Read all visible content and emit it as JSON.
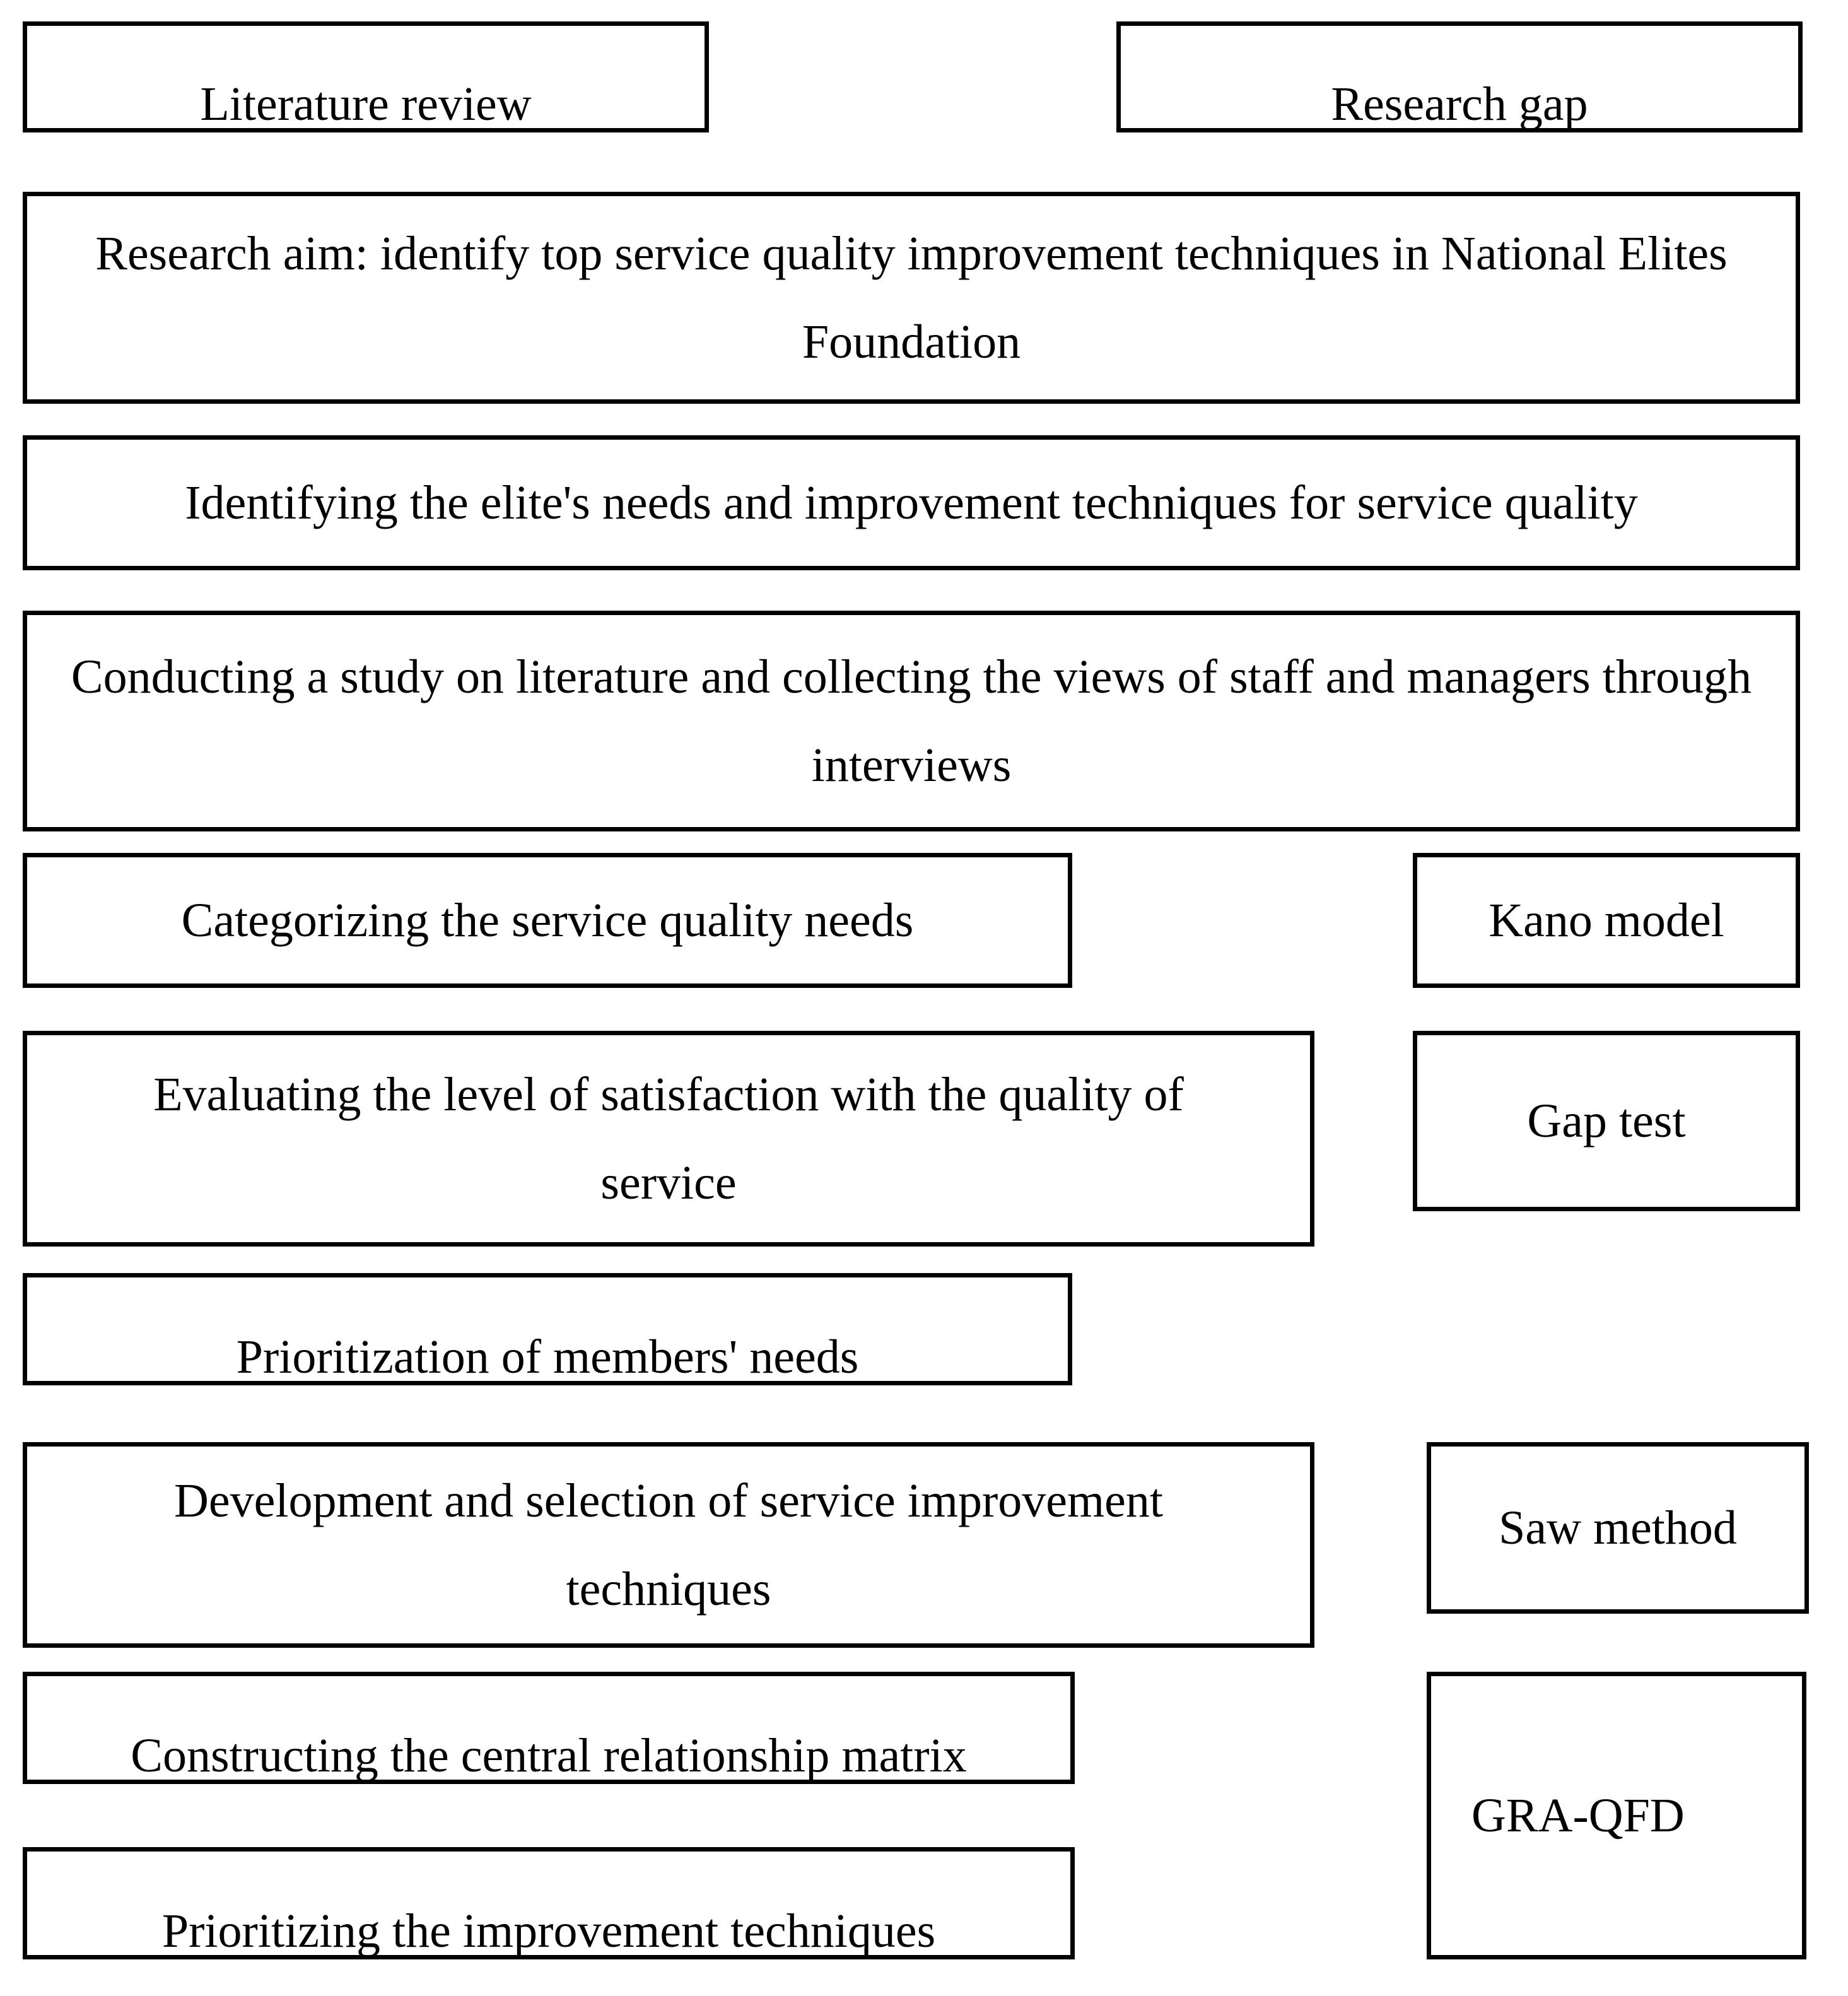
{
  "boxes": {
    "literature_review": "Literature review",
    "research_gap": "Research gap",
    "research_aim": "Research aim: identify top service quality improvement techniques in National Elites Foundation",
    "identifying_needs": "Identifying the elite's needs and improvement techniques for service quality",
    "conducting_study": "Conducting a study on literature and collecting the views of staff and managers through interviews",
    "categorizing_needs": "Categorizing the service quality needs",
    "kano_model": "Kano model",
    "evaluating_satisfaction": "Evaluating the level of satisfaction with the quality of service",
    "gap_test": "Gap test",
    "prioritization_needs": "Prioritization of members' needs",
    "development_selection": "Development and selection of service improvement techniques",
    "saw_method": "Saw method",
    "constructing_matrix": "Constructing the central relationship matrix",
    "gra_qfd": "GRA-QFD",
    "prioritizing_techniques": "Prioritizing the improvement techniques"
  }
}
